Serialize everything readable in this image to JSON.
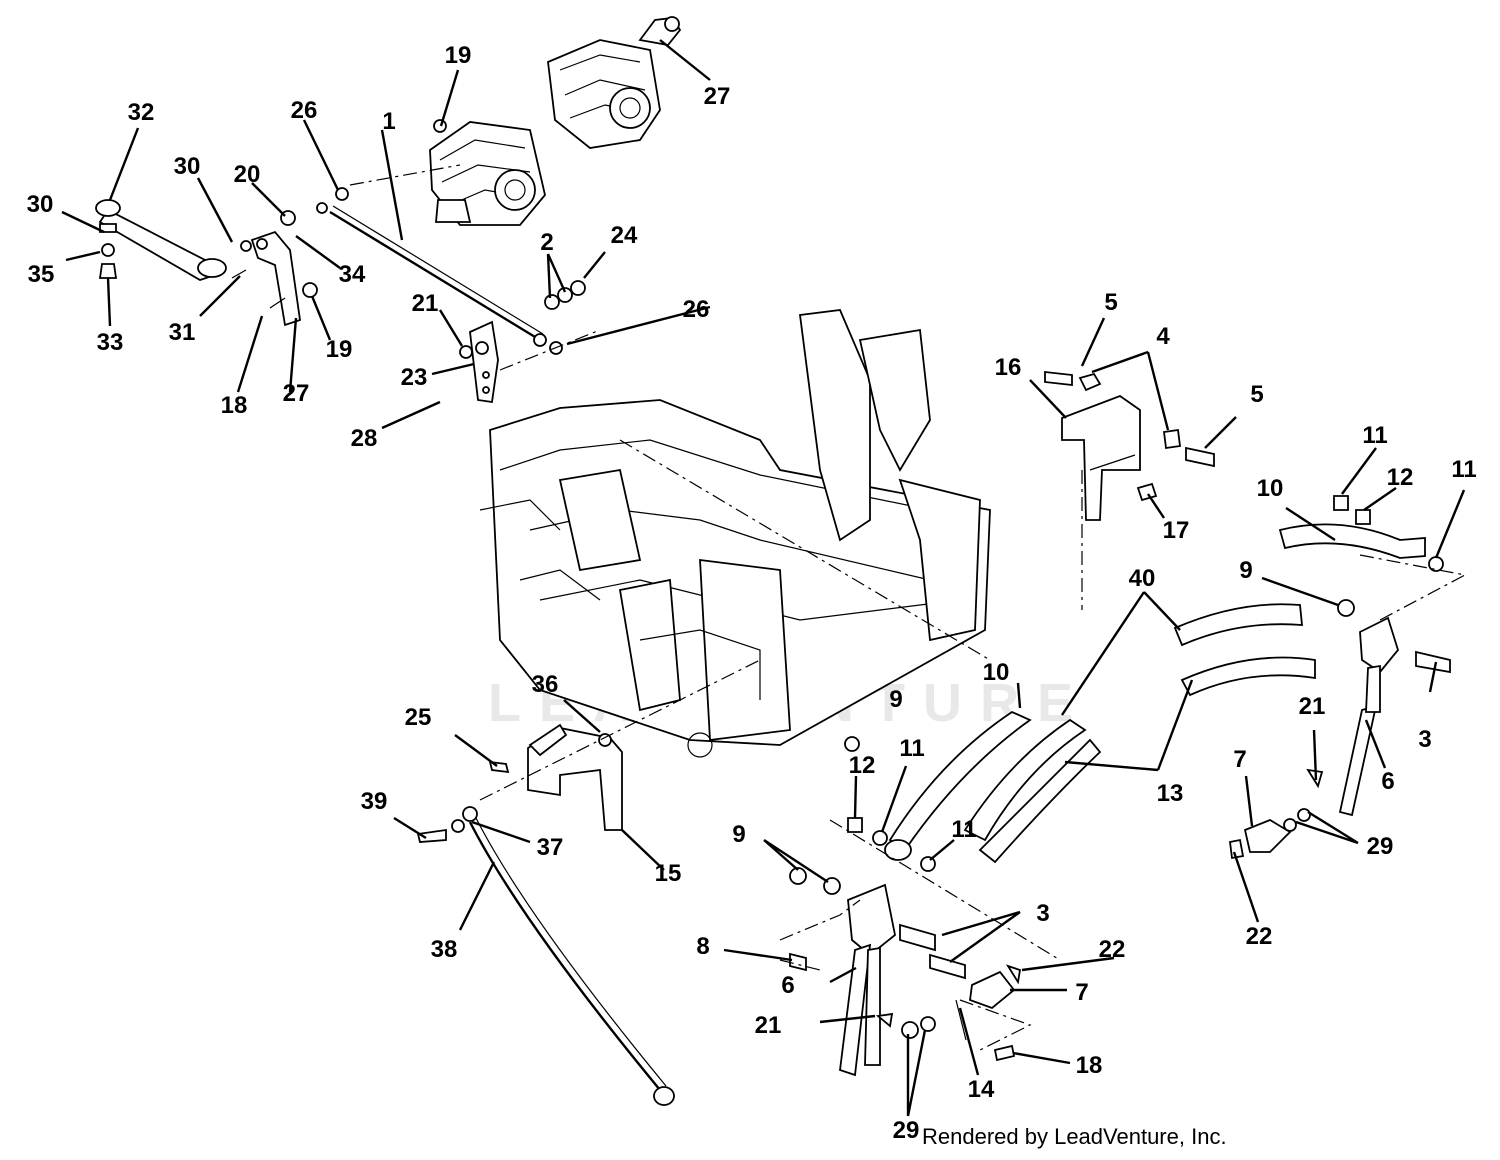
{
  "credit": "Rendered by LeadVenture, Inc.",
  "watermark": "LEADVENTURE",
  "callouts": [
    {
      "id": "c1",
      "label": "1"
    },
    {
      "id": "c2",
      "label": "2"
    },
    {
      "id": "c3a",
      "label": "3"
    },
    {
      "id": "c3b",
      "label": "3"
    },
    {
      "id": "c4",
      "label": "4"
    },
    {
      "id": "c5a",
      "label": "5"
    },
    {
      "id": "c5b",
      "label": "5"
    },
    {
      "id": "c6a",
      "label": "6"
    },
    {
      "id": "c6b",
      "label": "6"
    },
    {
      "id": "c7a",
      "label": "7"
    },
    {
      "id": "c7b",
      "label": "7"
    },
    {
      "id": "c8",
      "label": "8"
    },
    {
      "id": "c9a",
      "label": "9"
    },
    {
      "id": "c9b",
      "label": "9"
    },
    {
      "id": "c9c",
      "label": "9"
    },
    {
      "id": "c10a",
      "label": "10"
    },
    {
      "id": "c10b",
      "label": "10"
    },
    {
      "id": "c11a",
      "label": "11"
    },
    {
      "id": "c11b",
      "label": "11"
    },
    {
      "id": "c11c",
      "label": "11"
    },
    {
      "id": "c11d",
      "label": "11"
    },
    {
      "id": "c12a",
      "label": "12"
    },
    {
      "id": "c12b",
      "label": "12"
    },
    {
      "id": "c13",
      "label": "13"
    },
    {
      "id": "c14",
      "label": "14"
    },
    {
      "id": "c15",
      "label": "15"
    },
    {
      "id": "c16",
      "label": "16"
    },
    {
      "id": "c17",
      "label": "17"
    },
    {
      "id": "c18a",
      "label": "18"
    },
    {
      "id": "c18b",
      "label": "18"
    },
    {
      "id": "c19a",
      "label": "19"
    },
    {
      "id": "c19b",
      "label": "19"
    },
    {
      "id": "c20",
      "label": "20"
    },
    {
      "id": "c21a",
      "label": "21"
    },
    {
      "id": "c21b",
      "label": "21"
    },
    {
      "id": "c21c",
      "label": "21"
    },
    {
      "id": "c22a",
      "label": "22"
    },
    {
      "id": "c22b",
      "label": "22"
    },
    {
      "id": "c23",
      "label": "23"
    },
    {
      "id": "c24",
      "label": "24"
    },
    {
      "id": "c25",
      "label": "25"
    },
    {
      "id": "c26a",
      "label": "26"
    },
    {
      "id": "c26b",
      "label": "26"
    },
    {
      "id": "c27a",
      "label": "27"
    },
    {
      "id": "c27b",
      "label": "27"
    },
    {
      "id": "c28",
      "label": "28"
    },
    {
      "id": "c29a",
      "label": "29"
    },
    {
      "id": "c29b",
      "label": "29"
    },
    {
      "id": "c30a",
      "label": "30"
    },
    {
      "id": "c30b",
      "label": "30"
    },
    {
      "id": "c31",
      "label": "31"
    },
    {
      "id": "c32",
      "label": "32"
    },
    {
      "id": "c33",
      "label": "33"
    },
    {
      "id": "c34",
      "label": "34"
    },
    {
      "id": "c35",
      "label": "35"
    },
    {
      "id": "c36",
      "label": "36"
    },
    {
      "id": "c37",
      "label": "37"
    },
    {
      "id": "c38",
      "label": "38"
    },
    {
      "id": "c39",
      "label": "39"
    },
    {
      "id": "c40",
      "label": "40"
    }
  ]
}
